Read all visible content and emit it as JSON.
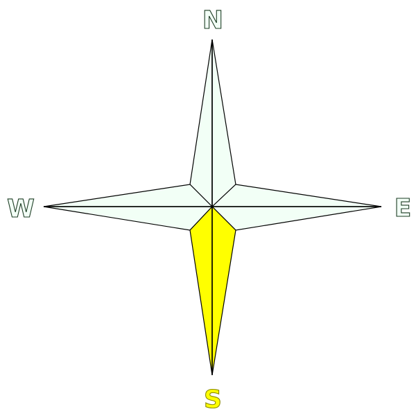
{
  "compass": {
    "labels": {
      "north": "N",
      "east": "E",
      "south": "S",
      "west": "W"
    },
    "colors": {
      "background": "#ffffff",
      "petal_fill": "#f2fff6",
      "highlight_fill": "#ffff00",
      "outline": "#000000",
      "label_outline": "#1a3a22",
      "label_fill": "#f2fff6",
      "highlight_label_fill": "#ffff00",
      "highlight_label_outline": "#8a8a00"
    },
    "highlighted_direction": "south"
  }
}
